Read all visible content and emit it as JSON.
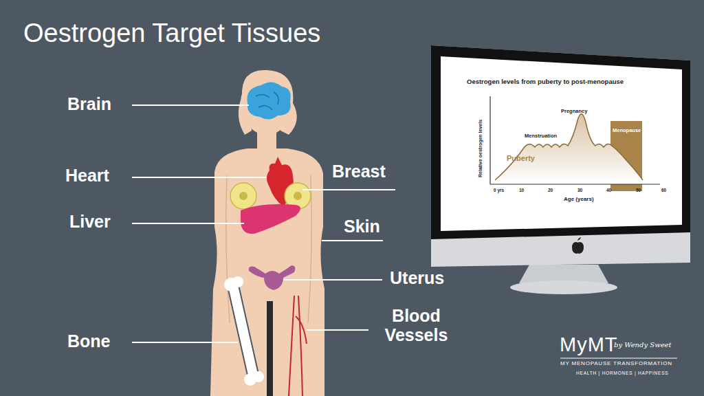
{
  "diagram": {
    "title": "Oestrogen Target Tissues",
    "labels": [
      "Brain",
      "Heart",
      "Liver",
      "Bone",
      "Breast",
      "Skin",
      "Uterus",
      "Blood Vessels",
      "Oestrogen levels from puberty to post-menopause",
      "Relative oestrogen levels",
      "Puberty",
      "Menstruation",
      "Pregnancy",
      "Menopause",
      "0 yrs",
      "10",
      "20",
      "30",
      "40",
      "50",
      "60",
      "Age (years)",
      "MyMT",
      "by Wendy Sweet",
      "MY MENOPAUSE TRANSFORMATION",
      "HEALTH | HORMONES | HAPPINESS"
    ]
  }
}
